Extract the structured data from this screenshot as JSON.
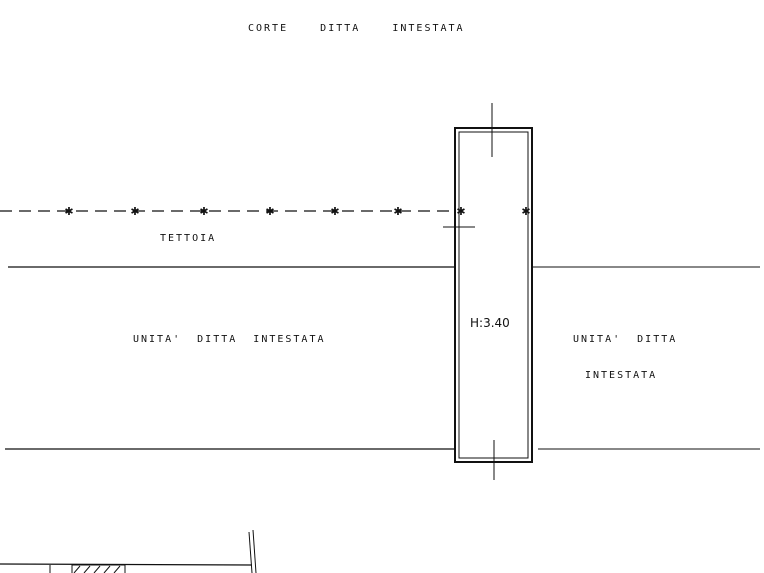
{
  "labels": {
    "courtyard": "CORTE    DITTA    INTESTATA",
    "canopy": "TETTOIA",
    "unit_left": "UNITA'  DITTA  INTESTATA",
    "unit_right_1": "UNITA'  DITTA",
    "unit_right_2": "INTESTATA",
    "room_height": "H:3.40"
  }
}
